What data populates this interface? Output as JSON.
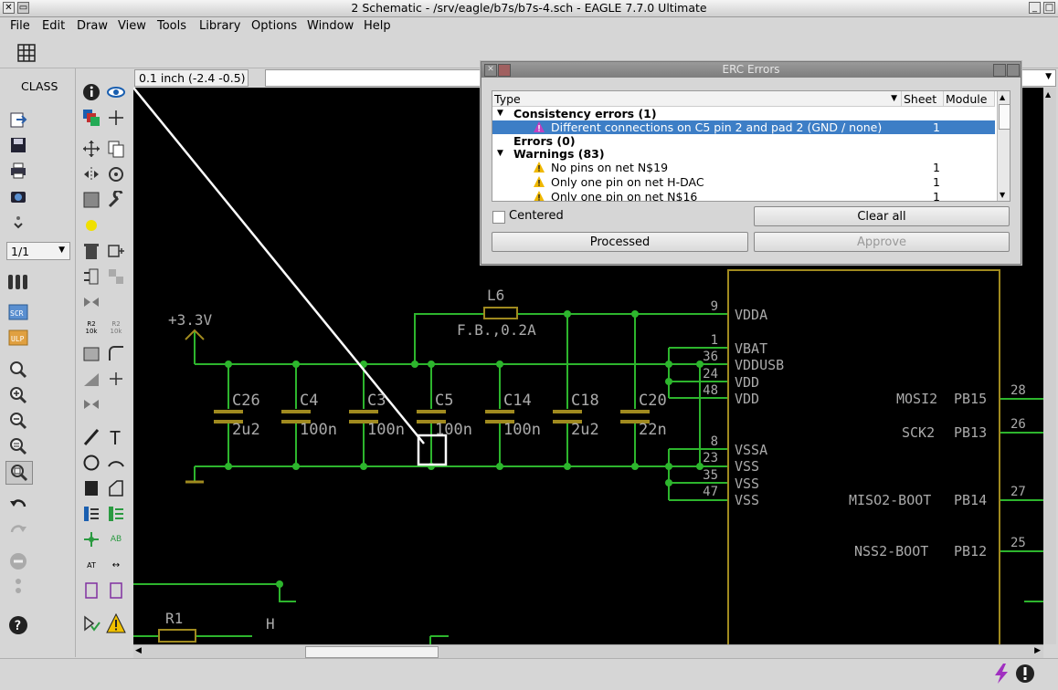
{
  "window": {
    "title": "2 Schematic - /srv/eagle/b7s/b7s-4.sch - EAGLE 7.7.0 Ultimate"
  },
  "menu": [
    "File",
    "Edit",
    "Draw",
    "View",
    "Tools",
    "Library",
    "Options",
    "Window",
    "Help"
  ],
  "left_panel": {
    "class_label": "CLASS",
    "sheet_select": "1/1"
  },
  "coord": {
    "grid": "0.1 inch (-2.4 -0.5)"
  },
  "erc": {
    "title": "ERC Errors",
    "columns": {
      "type": "Type",
      "sheet": "Sheet",
      "module": "Module"
    },
    "groups": {
      "consistency": "Consistency errors (1)",
      "errors": "Errors (0)",
      "warnings": "Warnings (83)"
    },
    "rows": [
      {
        "text": "Different connections on C5 pin 2 and pad 2 (GND / none)",
        "sheet": "1"
      },
      {
        "text": "No pins on net N$19",
        "sheet": "1"
      },
      {
        "text": "Only one pin on net H-DAC",
        "sheet": "1"
      },
      {
        "text": "Only one pin on net N$16",
        "sheet": "1"
      }
    ],
    "centered_label": "Centered",
    "clear_all": "Clear all",
    "processed": "Processed",
    "approve": "Approve"
  },
  "schematic": {
    "power_label": "+3.3V",
    "inductor": {
      "name": "L6",
      "value": "F.B.,0.2A"
    },
    "caps": [
      {
        "name": "C26",
        "value": "2u2"
      },
      {
        "name": "C4",
        "value": "100n"
      },
      {
        "name": "C3",
        "value": "100n"
      },
      {
        "name": "C5",
        "value": "100n"
      },
      {
        "name": "C14",
        "value": "100n"
      },
      {
        "name": "C18",
        "value": "2u2"
      },
      {
        "name": "C20",
        "value": "22n"
      }
    ],
    "left_pins": [
      {
        "num": "9",
        "name": "VDDA"
      },
      {
        "num": "1",
        "name": "VBAT"
      },
      {
        "num": "36",
        "name": "VDDUSB"
      },
      {
        "num": "24",
        "name": "VDD"
      },
      {
        "num": "48",
        "name": "VDD"
      },
      {
        "num": "8",
        "name": "VSSA"
      },
      {
        "num": "23",
        "name": "VSS"
      },
      {
        "num": "35",
        "name": "VSS"
      },
      {
        "num": "47",
        "name": "VSS"
      }
    ],
    "right_pins": [
      {
        "num": "28",
        "name": "PB15",
        "net": "MOSI2"
      },
      {
        "num": "26",
        "name": "PB13",
        "net": "SCK2"
      },
      {
        "num": "27",
        "name": "PB14",
        "net": "MISO2-BOOT"
      },
      {
        "num": "25",
        "name": "PB12",
        "net": "NSS2-BOOT"
      }
    ],
    "resistor": "R1",
    "net_h": "H"
  }
}
